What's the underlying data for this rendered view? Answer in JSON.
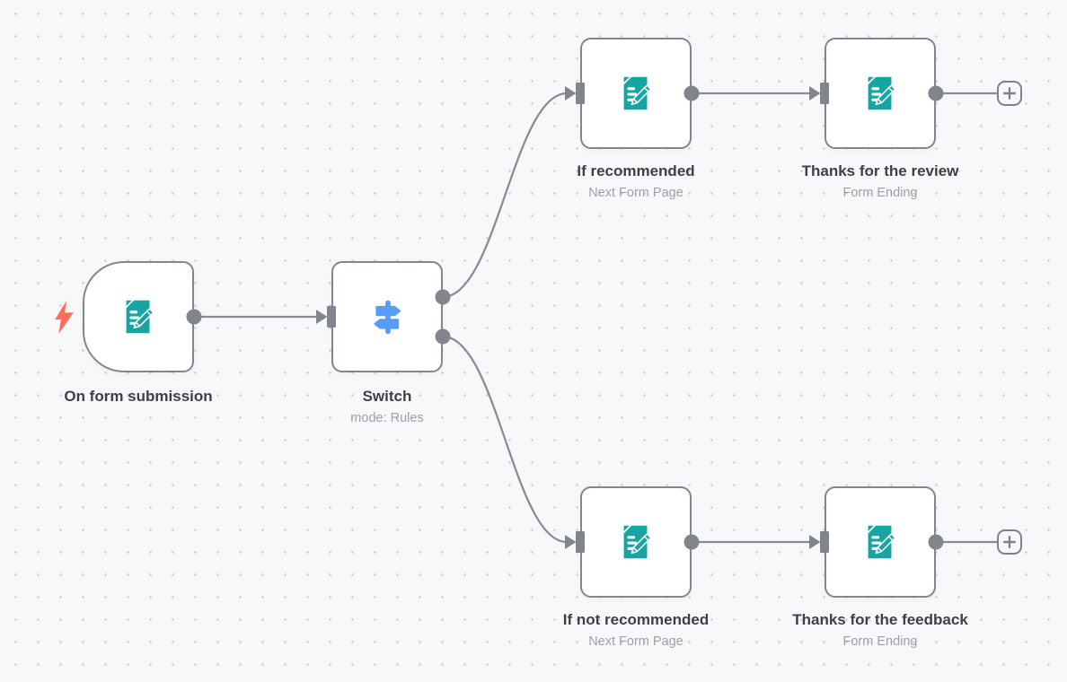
{
  "canvas": {
    "grid": "dot",
    "colors": {
      "background": "#f7f8fa",
      "grid_dot": "#c9ccd3",
      "node_border": "#84868f",
      "wire": "#898c93",
      "handle": "#83858c",
      "form_icon": "#16a5a3",
      "switch_icon": "#579df5",
      "trigger_bolt": "#ff6d5a",
      "label_text": "#3d4046",
      "subtitle_text": "#9da0a6"
    }
  },
  "nodes": [
    {
      "id": "on-form-submission",
      "label": "On form submission",
      "subtitle": "",
      "icon": "form-pencil-icon"
    },
    {
      "id": "switch",
      "label": "Switch",
      "subtitle": "mode: Rules",
      "icon": "signpost-icon"
    },
    {
      "id": "if-recommended",
      "label": "If recommended",
      "subtitle": "Next Form Page",
      "icon": "form-pencil-icon"
    },
    {
      "id": "thanks-for-the-review",
      "label": "Thanks for the review",
      "subtitle": "Form Ending",
      "icon": "form-pencil-icon"
    },
    {
      "id": "if-not-recommended",
      "label": "If not recommended",
      "subtitle": "Next Form Page",
      "icon": "form-pencil-icon"
    },
    {
      "id": "thanks-for-the-feedback",
      "label": "Thanks for the feedback",
      "subtitle": "Form Ending",
      "icon": "form-pencil-icon"
    }
  ],
  "connections": [
    {
      "from": "on-form-submission",
      "to": "switch"
    },
    {
      "from": "switch",
      "output": 0,
      "to": "if-recommended"
    },
    {
      "from": "switch",
      "output": 1,
      "to": "if-not-recommended"
    },
    {
      "from": "if-recommended",
      "to": "thanks-for-the-review"
    },
    {
      "from": "if-not-recommended",
      "to": "thanks-for-the-feedback"
    }
  ],
  "add_buttons": [
    {
      "after": "thanks-for-the-review",
      "icon": "plus-icon"
    },
    {
      "after": "thanks-for-the-feedback",
      "icon": "plus-icon"
    }
  ]
}
